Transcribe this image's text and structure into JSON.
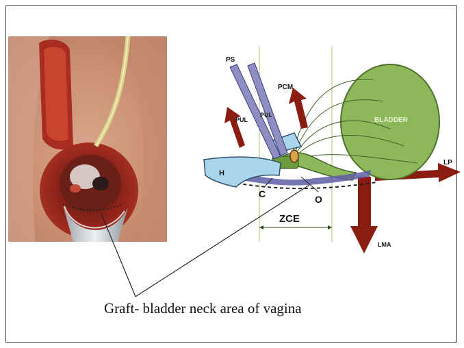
{
  "diagram": {
    "labels": {
      "ps": "PS",
      "pul_left": "PUL",
      "pul_right": "PUL",
      "pcm": "PCM",
      "bladder": "BLADDER",
      "h": "H",
      "lp": "LP",
      "c": "C",
      "o": "O",
      "zce": "ZCE",
      "lma": "LMA"
    },
    "colors": {
      "bladder": "#8db85a",
      "arrow": "#8a1c12",
      "pubis": "#a9d6ea",
      "ligament": "#8e8ec4"
    }
  },
  "caption": "Graft- bladder neck area of vagina"
}
